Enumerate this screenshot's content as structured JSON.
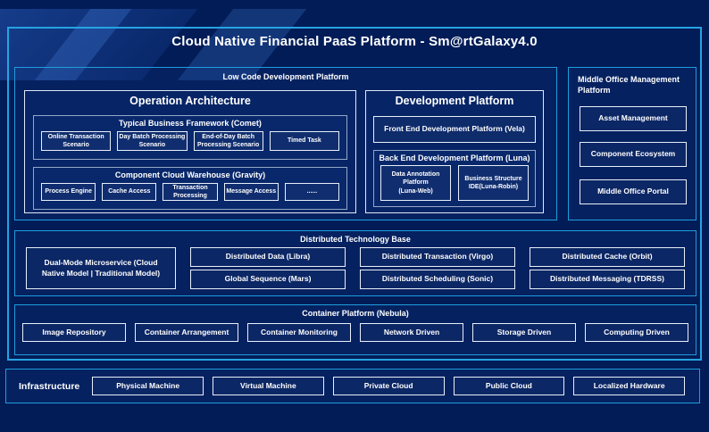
{
  "title": "Cloud Native Financial PaaS Platform - Sm@rtGalaxy4.0",
  "low_code": {
    "label": "Low Code Development Platform",
    "operation_architecture": {
      "title": "Operation Architecture",
      "comet": {
        "title": "Typical Business Framework (Comet)",
        "items": [
          "Online Transaction Scenario",
          "Day Batch Processing Scenario",
          "End-of-Day Batch Processing Scenario",
          "Timed Task"
        ]
      },
      "gravity": {
        "title": "Component Cloud Warehouse (Gravity)",
        "items": [
          "Process Engine",
          "Cache Access",
          "Transaction Processing",
          "Message Access",
          "......"
        ]
      }
    },
    "development_platform": {
      "title": "Development Platform",
      "front_end": "Front End Development Platform (Vela)",
      "back_end": {
        "title": "Back End Development Platform (Luna)",
        "items": [
          {
            "line1": "Data Annotation Platform",
            "line2": "(Luna-Web)"
          },
          {
            "line1": "Business Structure",
            "line2": "IDE(Luna-Robin)"
          }
        ]
      }
    }
  },
  "middle_office": {
    "title": "Middle Office Management Platform",
    "items": [
      "Asset Management",
      "Component Ecosystem",
      "Middle Office Portal"
    ]
  },
  "distributed": {
    "title": "Distributed Technology Base",
    "dual_mode": "Dual-Mode Microservice (Cloud Native Model | Traditional Model)",
    "columns": [
      [
        "Distributed Data (Libra)",
        "Global Sequence (Mars)"
      ],
      [
        "Distributed Transaction (Virgo)",
        "Distributed Scheduling (Sonic)"
      ],
      [
        "Distributed Cache (Orbit)",
        "Distributed Messaging (TDRSS)"
      ]
    ]
  },
  "container_platform": {
    "title": "Container Platform (Nebula)",
    "items": [
      "Image Repository",
      "Container Arrangement",
      "Container Monitoring",
      "Network Driven",
      "Storage Driven",
      "Computing Driven"
    ]
  },
  "infrastructure": {
    "title": "Infrastructure",
    "items": [
      "Physical Machine",
      "Virtual Machine",
      "Private Cloud",
      "Public Cloud",
      "Localized Hardware"
    ]
  },
  "colors": {
    "background": "#021c57",
    "frame_border": "#25a3e2",
    "panel_border": "#1f9ddc",
    "box_border": "#e8eff9",
    "subpanel_border": "#93a7c6",
    "text": "#ffffff"
  }
}
